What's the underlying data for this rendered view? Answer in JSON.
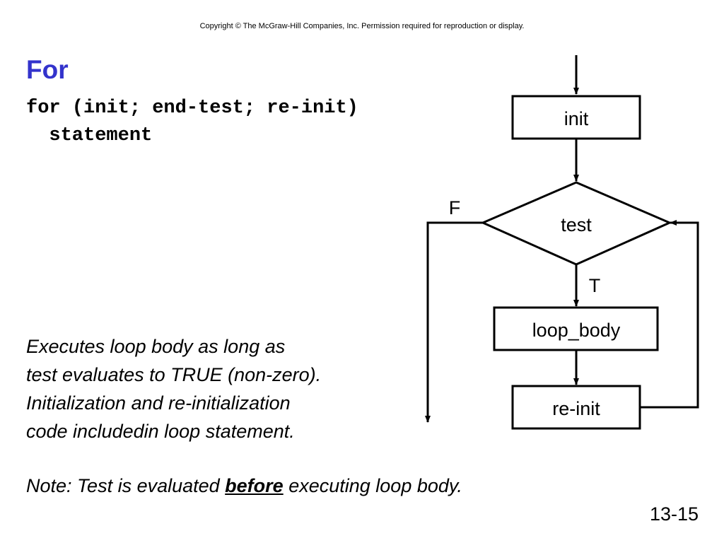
{
  "copyright": "Copyright © The McGraw-Hill Companies, Inc.  Permission required for reproduction or display.",
  "title": "For",
  "code": {
    "line1": "for (init; end-test; re-init)",
    "line2": "  statement"
  },
  "description": [
    "Executes loop body as long as",
    "test evaluates to TRUE (non-zero).",
    "Initialization and re-initialization",
    "code includedin loop statement."
  ],
  "note": {
    "prefix": "Note: Test is evaluated ",
    "emphasis": "before",
    "suffix": " executing loop body."
  },
  "slide_number": "13-15",
  "flowchart": {
    "nodes": {
      "init": "init",
      "test": "test",
      "loop_body": "loop_body",
      "reinit": "re-init"
    },
    "edge_labels": {
      "false": "F",
      "true": "T"
    }
  }
}
